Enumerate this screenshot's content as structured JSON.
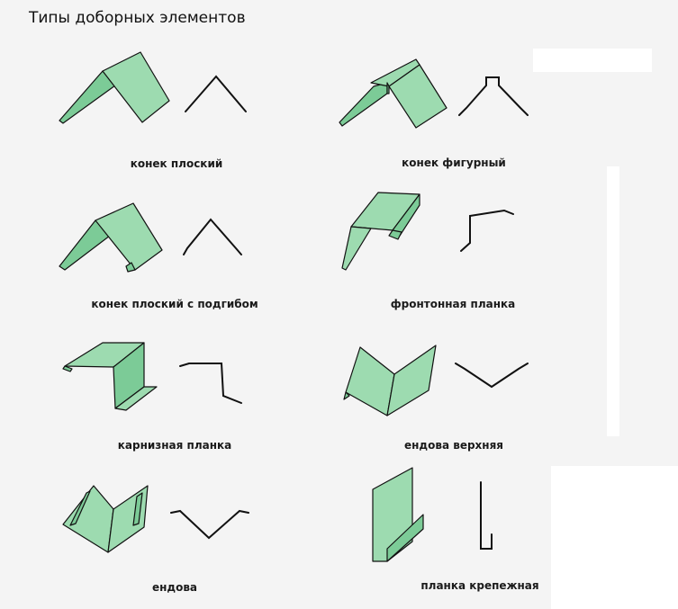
{
  "title": "Типы доборных элементов",
  "elements": [
    {
      "label": "конек плоский"
    },
    {
      "label": "конек фигурный"
    },
    {
      "label": "конек плоский с подгибом"
    },
    {
      "label": "фронтонная планка"
    },
    {
      "label": "карнизная планка"
    },
    {
      "label": "ендова верхняя"
    },
    {
      "label": "ендова"
    },
    {
      "label": "планка крепежная"
    }
  ],
  "colors": {
    "sheet": "#9ddbb0",
    "sheet_dark": "#7ccb97",
    "outline": "#111111",
    "background": "#f4f4f4"
  }
}
